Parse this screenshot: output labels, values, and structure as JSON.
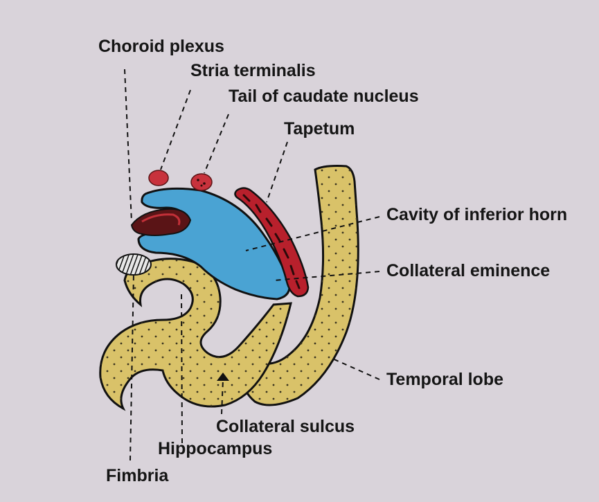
{
  "labels": {
    "choroid_plexus": "Choroid plexus",
    "stria_terminalis": "Stria terminalis",
    "tail_of_caudate": "Tail of caudate nucleus",
    "tapetum": "Tapetum",
    "cavity_inferior_horn": "Cavity of inferior horn",
    "collateral_eminence": "Collateral eminence",
    "temporal_lobe": "Temporal lobe",
    "collateral_sulcus": "Collateral sulcus",
    "hippocampus": "Hippocampus",
    "fimbria": "Fimbria"
  },
  "colors": {
    "background": "#d9d3da",
    "cavity_blue": "#4aa3d3",
    "tan_cortex": "#d9c269",
    "tapetum_red": "#b8202c",
    "choroid_dark": "#5a1416",
    "outline": "#111111"
  }
}
